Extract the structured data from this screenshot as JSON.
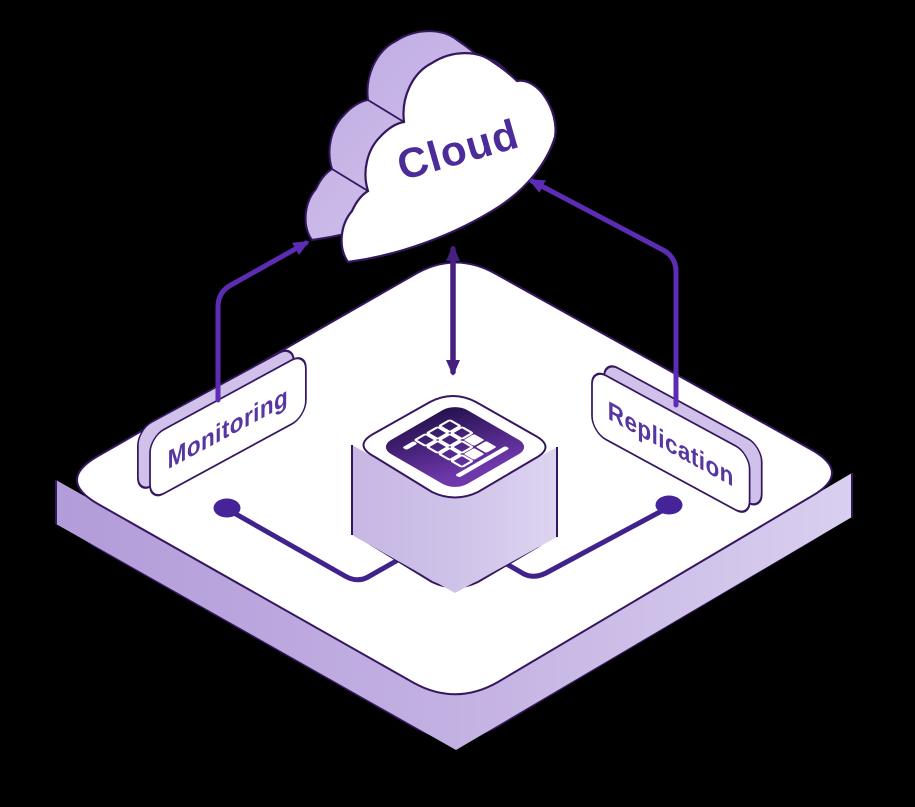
{
  "diagram": {
    "cloud": {
      "label": "Cloud"
    },
    "nodes": [
      {
        "label": "Monitoring",
        "side": "left"
      },
      {
        "label": "Replication",
        "side": "right"
      }
    ],
    "cube": {
      "icon": "database-table-icon"
    },
    "colors": {
      "outline": "#35175f",
      "surface": "#ffffff",
      "side_light_purple": "#c7b5e6",
      "arrow_bright": "#5c2db4",
      "arrow_dark": "#45207f",
      "connector": "#40228c",
      "dot": "#45249a",
      "label_text": "#5636a0",
      "cloud_text": "#4c2c98",
      "icon_bg_dark": "#2a1254",
      "icon_bg_light": "#6e37ab",
      "icon_glyph": "#ffffff"
    }
  }
}
